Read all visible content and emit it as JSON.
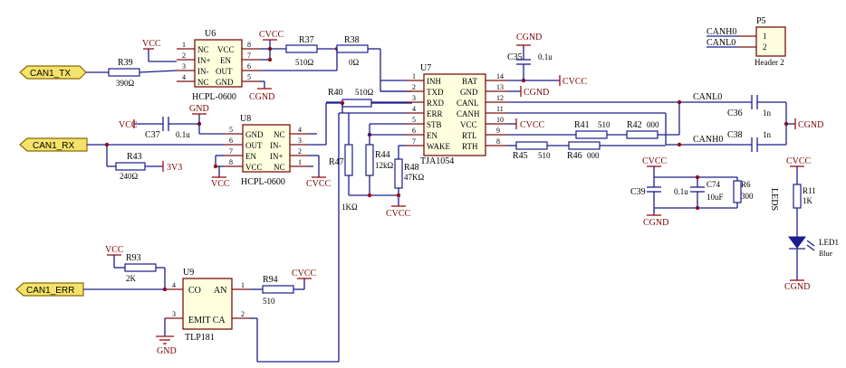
{
  "ports": {
    "can1_tx": "CAN1_TX",
    "can1_rx": "CAN1_RX",
    "can1_err": "CAN1_ERR"
  },
  "u6": {
    "ref": "U6",
    "part": "HCPL-0600",
    "left": [
      "NC",
      "IN+",
      "IN-",
      "NC"
    ],
    "right": [
      "VCC",
      "EN",
      "OUT",
      "GND"
    ],
    "pins_left": [
      "1",
      "2",
      "3",
      "4"
    ],
    "pins_right": [
      "8",
      "7",
      "6",
      "5"
    ]
  },
  "u8": {
    "ref": "U8",
    "part": "HCPL-0600",
    "left": [
      "GND",
      "OUT",
      "EN",
      "VCC"
    ],
    "right": [
      "NC",
      "IN-",
      "IN+",
      "NC"
    ],
    "pins_left": [
      "5",
      "6",
      "7",
      "8"
    ],
    "pins_right": [
      "4",
      "3",
      "2",
      "1"
    ]
  },
  "u7": {
    "ref": "U7",
    "part": "TJA1054",
    "left": [
      "INH",
      "TXD",
      "RXD",
      "ERR",
      "STB",
      "EN",
      "WAKE"
    ],
    "right": [
      "BAT",
      "GND",
      "CANL",
      "CANH",
      "VCC",
      "RTL",
      "RTH"
    ],
    "pins_left": [
      "1",
      "2",
      "3",
      "4",
      "5",
      "6",
      "7"
    ],
    "pins_right": [
      "14",
      "13",
      "12",
      "11",
      "10",
      "9",
      "8"
    ]
  },
  "u9": {
    "ref": "U9",
    "part": "TLP181",
    "left_top": "CO",
    "right_top": "AN",
    "bottom": "EMIT CA",
    "pins": [
      "4",
      "1",
      "3",
      "2"
    ]
  },
  "p5": {
    "ref": "P5",
    "part": "Header 2",
    "pins": [
      "1",
      "2"
    ],
    "nets": [
      "CANH0",
      "CANL0"
    ]
  },
  "resistors": {
    "r39": {
      "ref": "R39",
      "val": "390Ω"
    },
    "r37": {
      "ref": "R37",
      "val": "510Ω"
    },
    "r38": {
      "ref": "R38",
      "val": "0Ω"
    },
    "r40": {
      "ref": "R40",
      "val": "510Ω"
    },
    "r43": {
      "ref": "R43",
      "val": "240Ω"
    },
    "r47": {
      "ref": "R47",
      "val": "1KΩ"
    },
    "r44": {
      "ref": "R44",
      "val": "12kΩ"
    },
    "r48": {
      "ref": "R48",
      "val": "47KΩ"
    },
    "r41": {
      "ref": "R41",
      "val": "510"
    },
    "r42": {
      "ref": "R42",
      "val": "000"
    },
    "r45": {
      "ref": "R45",
      "val": "510"
    },
    "r46": {
      "ref": "R46",
      "val": "000"
    },
    "r93": {
      "ref": "R93",
      "val": "2K"
    },
    "r94": {
      "ref": "R94",
      "val": "510"
    },
    "r11": {
      "ref": "R11",
      "val": "1K"
    },
    "r6": {
      "ref": "R6",
      "val": "300"
    }
  },
  "caps": {
    "c37": {
      "ref": "C37",
      "val": "0.1u"
    },
    "c35": {
      "ref": "C35",
      "val": "0.1u"
    },
    "c36": {
      "ref": "C36",
      "val": "1n"
    },
    "c38": {
      "ref": "C38",
      "val": "1n"
    },
    "c39": {
      "ref": "C39",
      "val": "0.1u"
    },
    "c74": {
      "ref": "C74",
      "val": "10uF"
    }
  },
  "led": {
    "ref": "LED1",
    "color": "Blue",
    "group": "LEDS"
  },
  "power": {
    "vcc": "VCC",
    "cvcc": "CVCC",
    "gnd": "GND",
    "cgnd": "CGND",
    "v3": "3V3"
  },
  "nets": {
    "canl0": "CANL0",
    "canh0": "CANH0"
  }
}
